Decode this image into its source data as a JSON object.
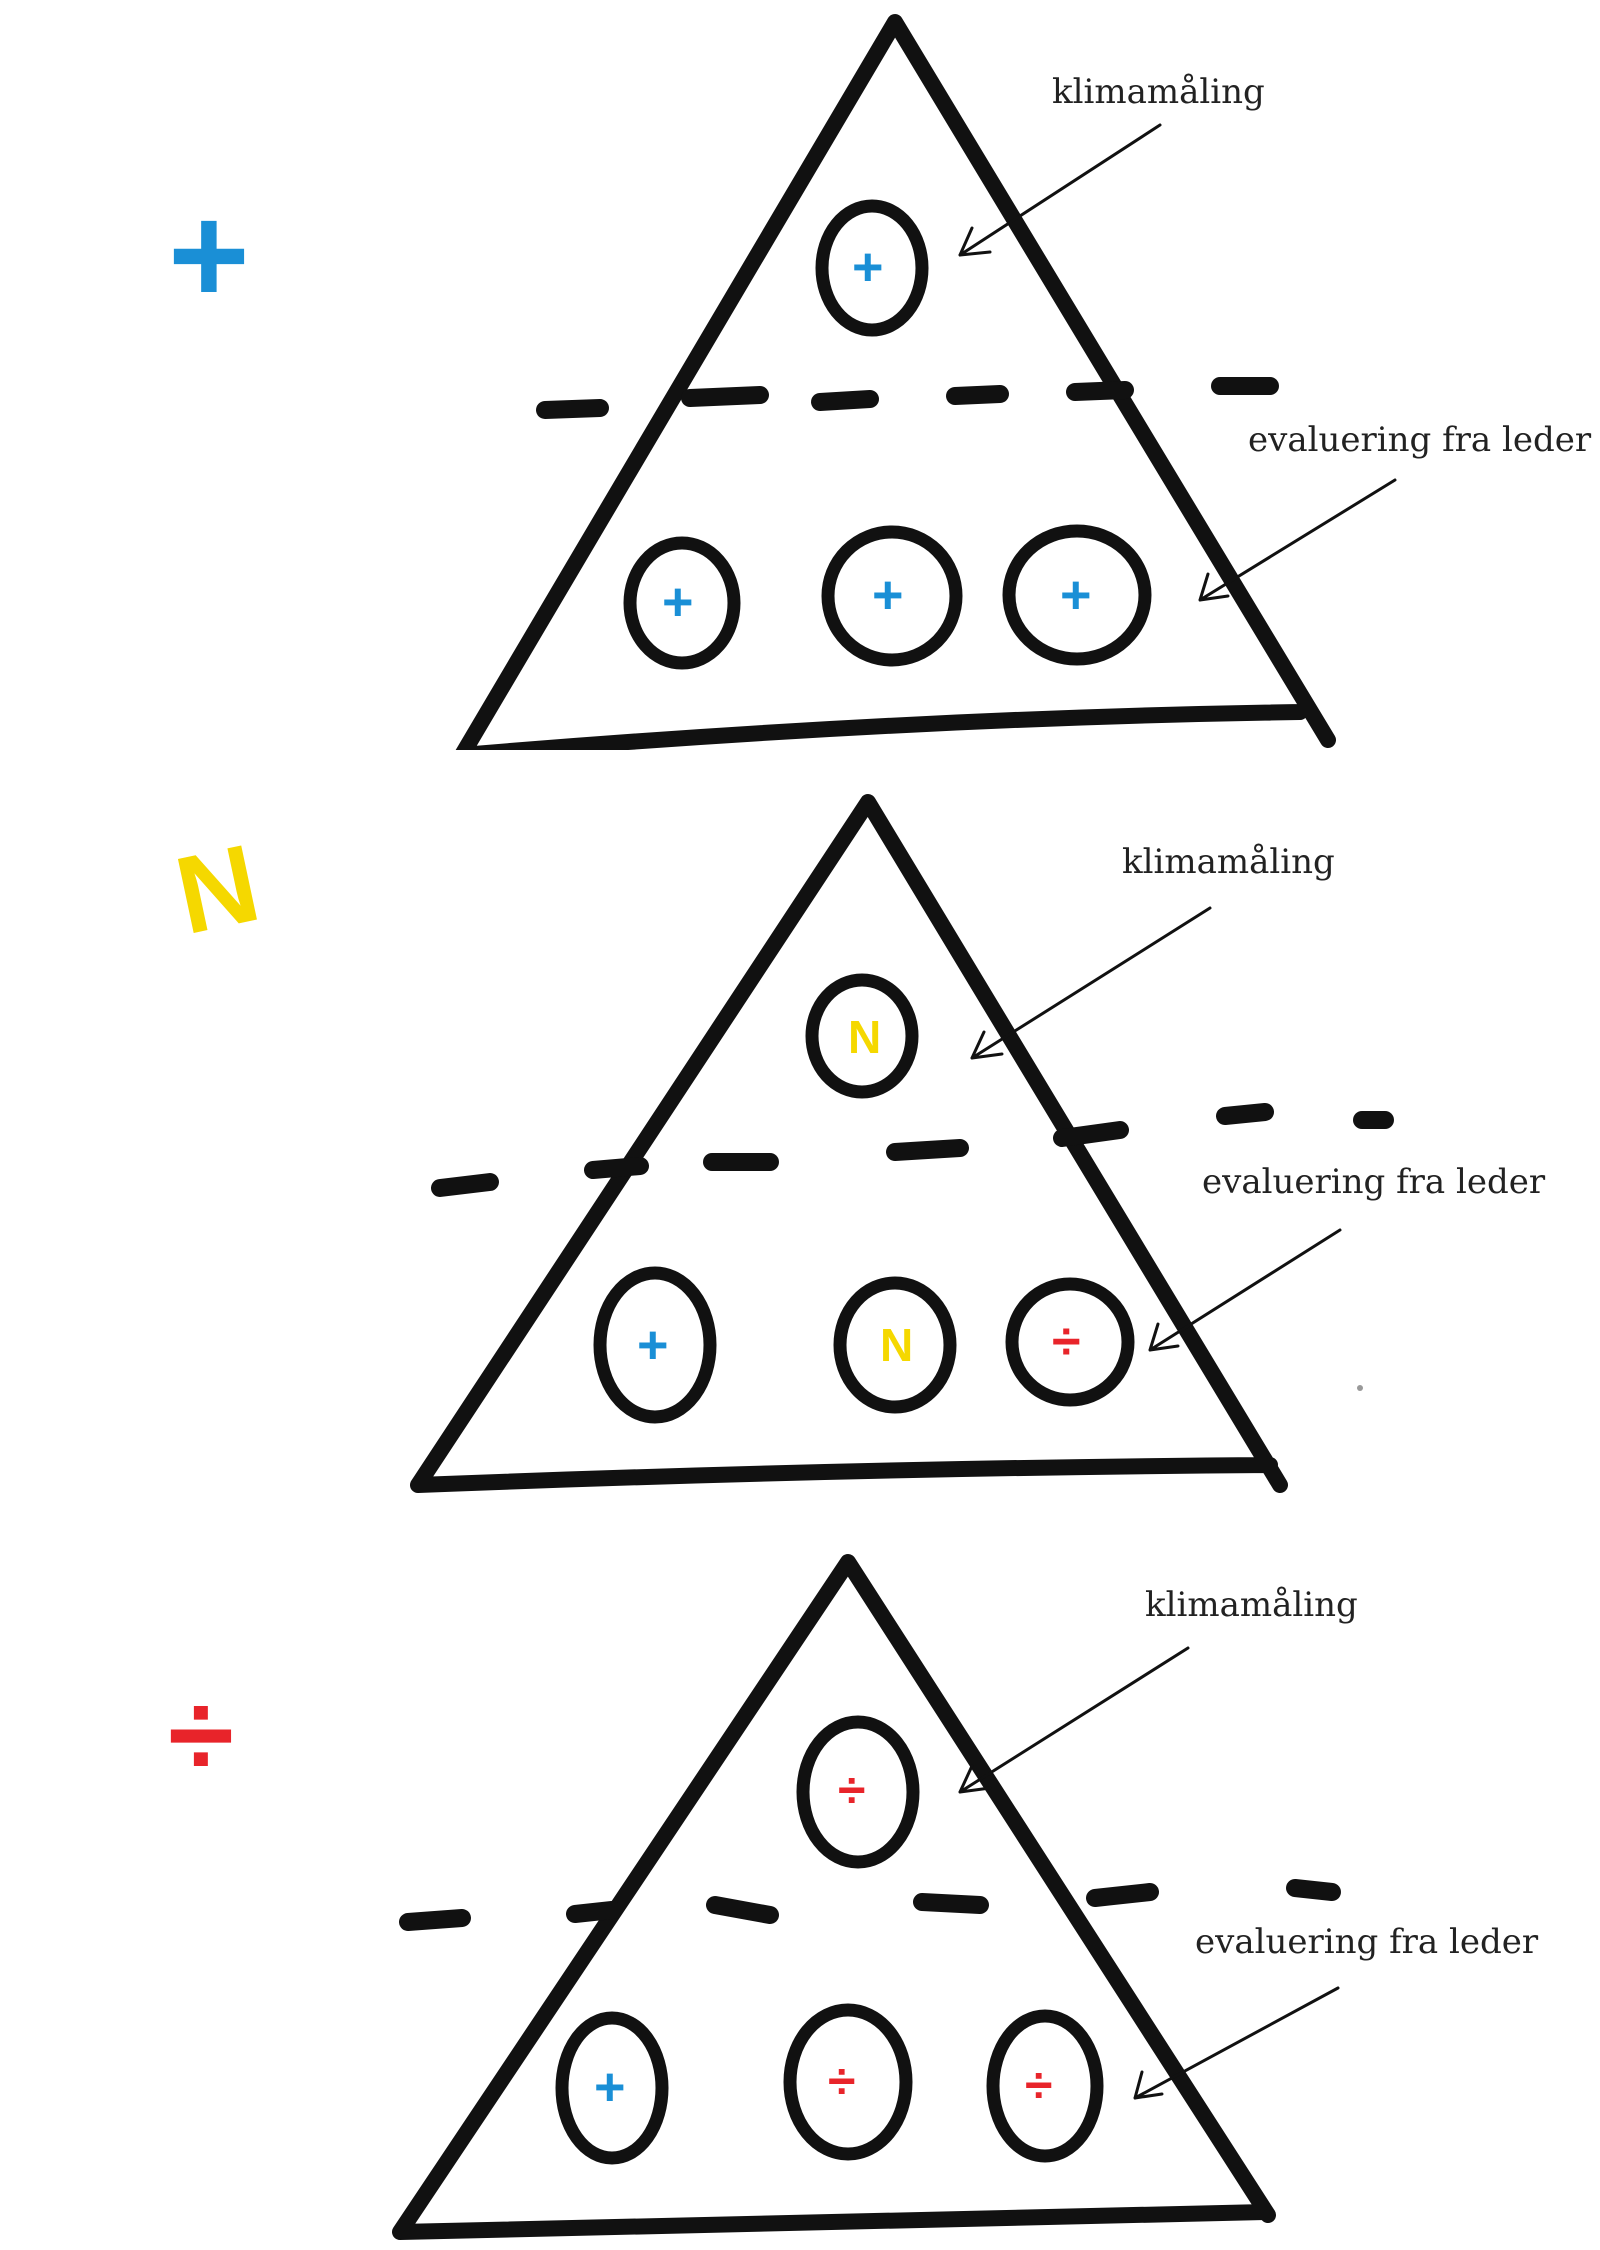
{
  "colors": {
    "ink": "#111111",
    "positive": "#1a8fd6",
    "neutral": "#f5d800",
    "negative": "#e8242a"
  },
  "diagrams": [
    {
      "legend": {
        "symbol": "+",
        "tone": "positive",
        "icon": "plus-icon"
      },
      "top_label": "klimamåling",
      "bottom_label": "evaluering fra leder",
      "top": {
        "symbol": "+",
        "tone": "positive"
      },
      "bottom": [
        {
          "symbol": "+",
          "tone": "positive"
        },
        {
          "symbol": "+",
          "tone": "positive"
        },
        {
          "symbol": "+",
          "tone": "positive"
        }
      ]
    },
    {
      "legend": {
        "symbol": "N",
        "tone": "neutral",
        "icon": "neutral-n-icon"
      },
      "top_label": "klimamåling",
      "bottom_label": "evaluering fra leder",
      "top": {
        "symbol": "N",
        "tone": "neutral"
      },
      "bottom": [
        {
          "symbol": "+",
          "tone": "positive"
        },
        {
          "symbol": "N",
          "tone": "neutral"
        },
        {
          "symbol": "÷",
          "tone": "negative"
        }
      ]
    },
    {
      "legend": {
        "symbol": "÷",
        "tone": "negative",
        "icon": "minus-divide-icon"
      },
      "top_label": "klimamåling",
      "bottom_label": "evaluering fra leder",
      "top": {
        "symbol": "÷",
        "tone": "negative"
      },
      "bottom": [
        {
          "symbol": "+",
          "tone": "positive"
        },
        {
          "symbol": "÷",
          "tone": "negative"
        },
        {
          "symbol": "÷",
          "tone": "negative"
        }
      ]
    }
  ]
}
